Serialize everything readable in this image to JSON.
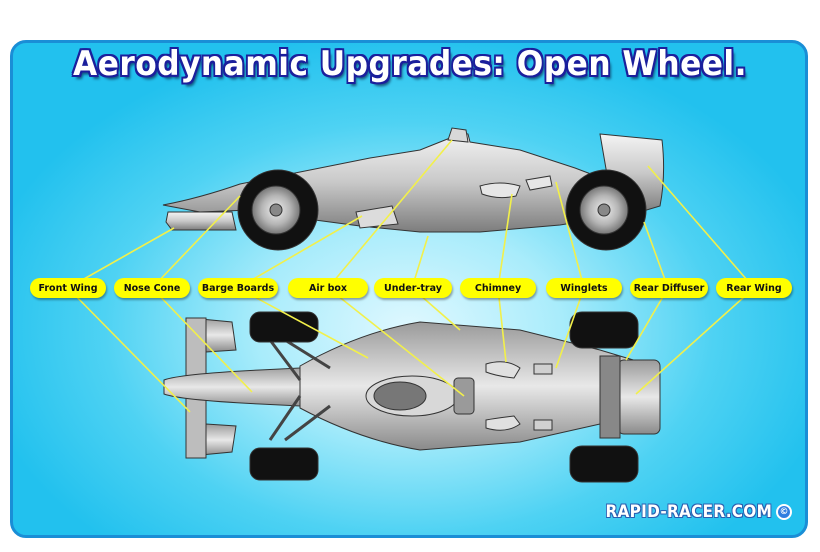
{
  "title": "Aerodynamic Upgrades: Open Wheel.",
  "labels": {
    "front_wing": "Front Wing",
    "nose_cone": "Nose Cone",
    "barge_boards": "Barge Boards",
    "air_box": "Air box",
    "under_tray": "Under-tray",
    "chimney": "Chimney",
    "winglets": "Winglets",
    "rear_diffuser": "Rear Diffuser",
    "rear_wing": "Rear Wing"
  },
  "footer": "RAPID-RACER.COM",
  "copyright_symbol": "©",
  "colors": {
    "label_fill": "#ffff00",
    "leader_line": "#f2f04a",
    "title_outline": "#1b1f9c",
    "background": "#22c1ee"
  }
}
